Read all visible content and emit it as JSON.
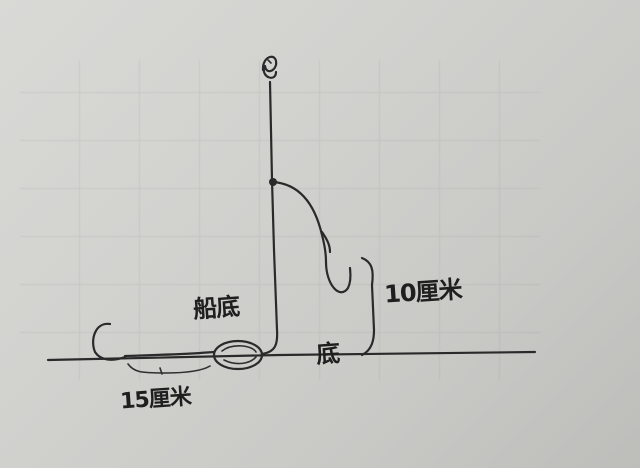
{
  "labels": {
    "boat_bottom": "船底",
    "ten_cm": "10厘米",
    "bottom": "底",
    "fifteen_cm": "15厘米"
  },
  "colors": {
    "paper": "#d2d2cf",
    "ink": "#2a2a2a"
  },
  "icons": [
    "float-knot-icon",
    "hook-icon",
    "sinker-icon",
    "anchor-hook-icon"
  ]
}
